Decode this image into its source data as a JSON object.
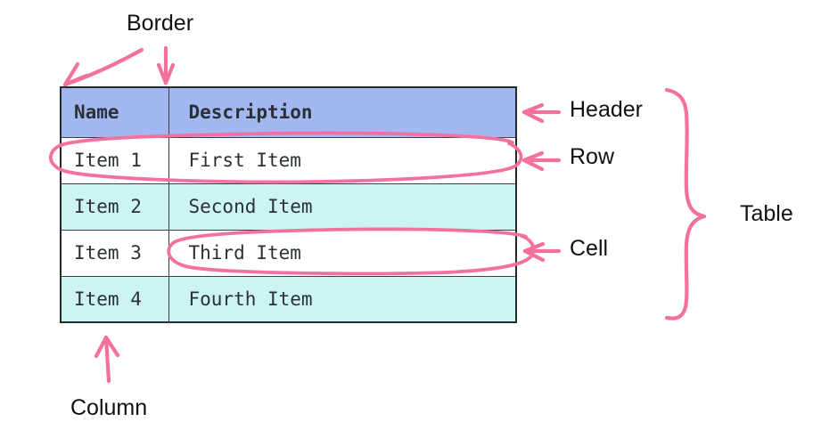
{
  "diagram": {
    "title_hidden": "",
    "accent_pink": "#f4709f",
    "header_blue": "#a3b8f0",
    "row_mint": "#ccf5ef",
    "row_white": "#ffffff",
    "border_dark": "#22292e",
    "text_dark": "#2b3036"
  },
  "table": {
    "headers": [
      "Name",
      "Description"
    ],
    "rows": [
      {
        "name": "Item 1",
        "description": "First Item"
      },
      {
        "name": "Item 2",
        "description": "Second Item"
      },
      {
        "name": "Item 3",
        "description": "Third Item"
      },
      {
        "name": "Item 4",
        "description": "Fourth Item"
      }
    ]
  },
  "annotations": {
    "border": "Border",
    "header": "Header",
    "row": "Row",
    "cell": "Cell",
    "table": "Table",
    "column": "Column"
  },
  "ink_marks": {
    "border_arrow_diagonal": "arrow-down-left-icon",
    "border_arrow_vertical": "arrow-down-icon",
    "header_arrow": "arrow-left-icon",
    "row_arrow": "arrow-left-icon",
    "cell_arrow": "arrow-left-icon",
    "column_arrow": "arrow-up-icon",
    "table_brace": "curly-brace-icon",
    "row_ellipse": "ellipse-highlight-icon",
    "cell_ellipse": "ellipse-highlight-icon"
  }
}
